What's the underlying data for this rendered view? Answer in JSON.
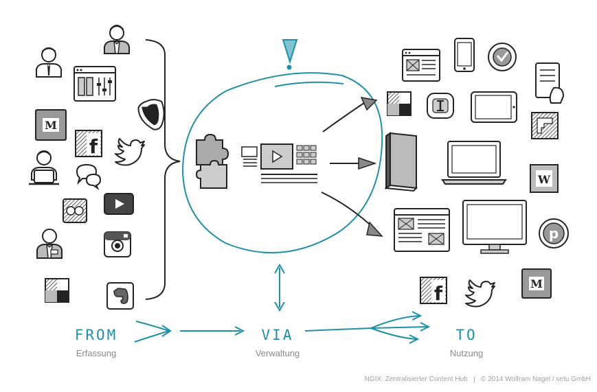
{
  "stages": {
    "from": {
      "label": "FROM",
      "sublabel": "Erfassung"
    },
    "via": {
      "label": "VIA",
      "sublabel": "Verwaltung"
    },
    "to": {
      "label": "TO",
      "sublabel": "Nutzung"
    }
  },
  "icons": {
    "facebook": "f",
    "medium": "M",
    "wordpress": "W",
    "pinterest": "p"
  },
  "footer": {
    "title": "NGIX: Zentralisierter Content Hub",
    "separator": "|",
    "copyright": "© 2014 Wolfram Nagel / setu GmbH"
  },
  "colors": {
    "accent": "#1f8fa6",
    "ink": "#222222",
    "gray": "#8a8a8a"
  }
}
